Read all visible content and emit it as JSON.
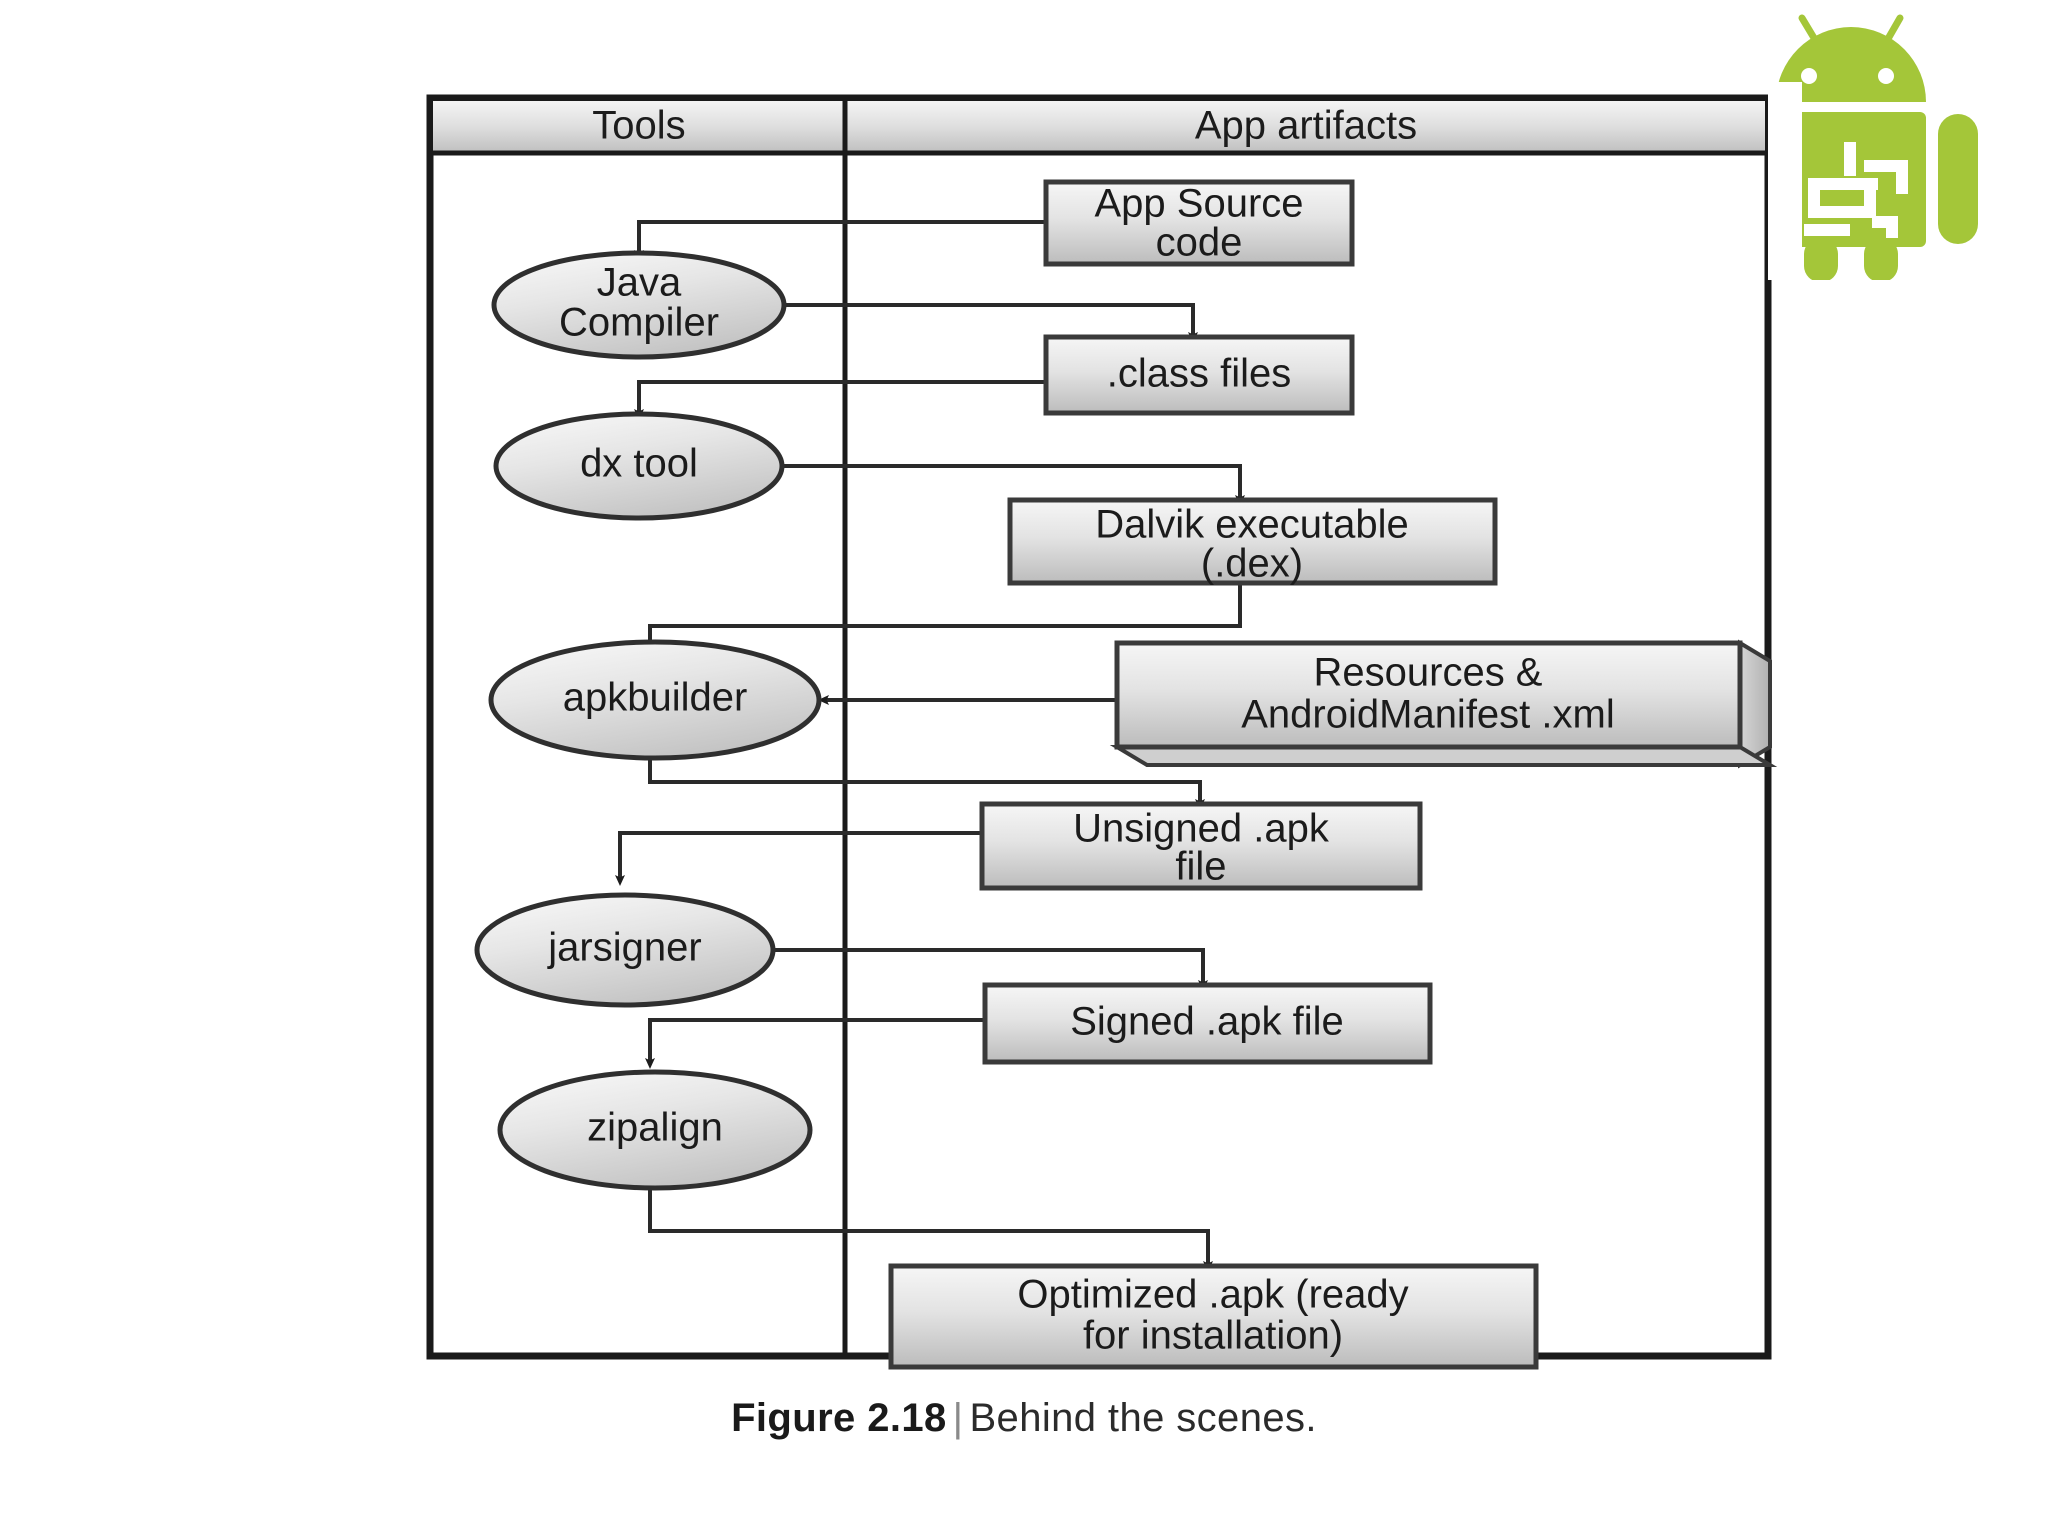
{
  "figure": {
    "caption_number": "Figure 2.18",
    "caption_separator": "|",
    "caption_text": "Behind the scenes.",
    "logo": "android-robot-logo",
    "logo_color": "#a4c639"
  },
  "table": {
    "columns": [
      {
        "id": "tools",
        "label": "Tools"
      },
      {
        "id": "app-artifacts",
        "label": "App artifacts"
      }
    ]
  },
  "flow": {
    "tools": [
      {
        "id": "java-compiler",
        "label_line1": "Java",
        "label_line2": "Compiler",
        "shape": "ellipse"
      },
      {
        "id": "dx-tool",
        "label_line1": "dx tool",
        "label_line2": "",
        "shape": "ellipse"
      },
      {
        "id": "apkbuilder",
        "label_line1": "apkbuilder",
        "label_line2": "",
        "shape": "ellipse"
      },
      {
        "id": "jarsigner",
        "label_line1": "jarsigner",
        "label_line2": "",
        "shape": "ellipse"
      },
      {
        "id": "zipalign",
        "label_line1": "zipalign",
        "label_line2": "",
        "shape": "ellipse"
      }
    ],
    "artifacts": [
      {
        "id": "app-source-code",
        "label_line1": "App Source",
        "label_line2": "code",
        "shape": "rect"
      },
      {
        "id": "class-files",
        "label_line1": ".class files",
        "label_line2": "",
        "shape": "rect"
      },
      {
        "id": "dalvik-executable",
        "label_line1": "Dalvik executable",
        "label_line2": "(.dex)",
        "shape": "rect"
      },
      {
        "id": "resources-manifest",
        "label_line1": "Resources &",
        "label_line2": "AndroidManifest .xml",
        "shape": "rect3d"
      },
      {
        "id": "unsigned-apk",
        "label_line1": "Unsigned .apk",
        "label_line2": "file",
        "shape": "rect"
      },
      {
        "id": "signed-apk",
        "label_line1": "Signed .apk file",
        "label_line2": "",
        "shape": "rect"
      },
      {
        "id": "optimized-apk",
        "label_line1": "Optimized .apk (ready",
        "label_line2": "for installation)",
        "shape": "rect"
      }
    ]
  },
  "colors": {
    "frame_border": "#1a1a1a",
    "node_border": "#3a3a3a",
    "node_fill_light": "#f2f2f2",
    "node_fill_dark": "#bdbdbd",
    "connector": "#2a2a2a",
    "header_fill_light": "#f0f0f0",
    "header_fill_dark": "#c6c6c6"
  }
}
